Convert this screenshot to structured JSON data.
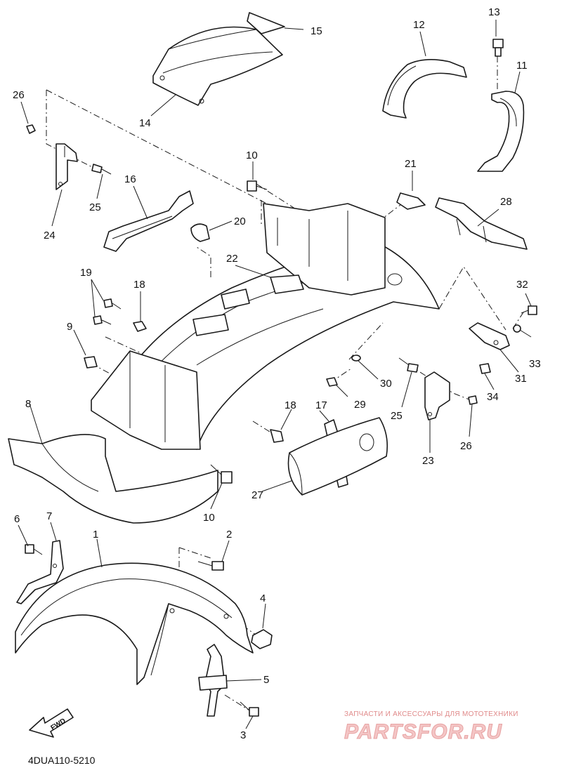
{
  "diagram": {
    "code": "4DUA110-5210",
    "fwd_label": "FWD",
    "callouts": [
      {
        "id": "c1",
        "label": "1"
      },
      {
        "id": "c2",
        "label": "2"
      },
      {
        "id": "c3",
        "label": "3"
      },
      {
        "id": "c4",
        "label": "4"
      },
      {
        "id": "c5",
        "label": "5"
      },
      {
        "id": "c6",
        "label": "6"
      },
      {
        "id": "c7",
        "label": "7"
      },
      {
        "id": "c8",
        "label": "8"
      },
      {
        "id": "c9",
        "label": "9"
      },
      {
        "id": "c10a",
        "label": "10"
      },
      {
        "id": "c10b",
        "label": "10"
      },
      {
        "id": "c11",
        "label": "11"
      },
      {
        "id": "c12",
        "label": "12"
      },
      {
        "id": "c13",
        "label": "13"
      },
      {
        "id": "c14",
        "label": "14"
      },
      {
        "id": "c15",
        "label": "15"
      },
      {
        "id": "c16",
        "label": "16"
      },
      {
        "id": "c17",
        "label": "17"
      },
      {
        "id": "c18a",
        "label": "18"
      },
      {
        "id": "c18b",
        "label": "18"
      },
      {
        "id": "c19",
        "label": "19"
      },
      {
        "id": "c20",
        "label": "20"
      },
      {
        "id": "c21",
        "label": "21"
      },
      {
        "id": "c22",
        "label": "22"
      },
      {
        "id": "c23",
        "label": "23"
      },
      {
        "id": "c24",
        "label": "24"
      },
      {
        "id": "c25a",
        "label": "25"
      },
      {
        "id": "c25b",
        "label": "25"
      },
      {
        "id": "c26a",
        "label": "26"
      },
      {
        "id": "c26b",
        "label": "26"
      },
      {
        "id": "c27",
        "label": "27"
      },
      {
        "id": "c28",
        "label": "28"
      },
      {
        "id": "c29",
        "label": "29"
      },
      {
        "id": "c30",
        "label": "30"
      },
      {
        "id": "c31",
        "label": "31"
      },
      {
        "id": "c32",
        "label": "32"
      },
      {
        "id": "c33",
        "label": "33"
      },
      {
        "id": "c34",
        "label": "34"
      }
    ]
  },
  "watermark": {
    "tagline": "ЗАПЧАСТИ И АКСЕССУАРЫ ДЛЯ МОТОТЕХНИКИ",
    "logo": "PARTSFOR.RU"
  }
}
